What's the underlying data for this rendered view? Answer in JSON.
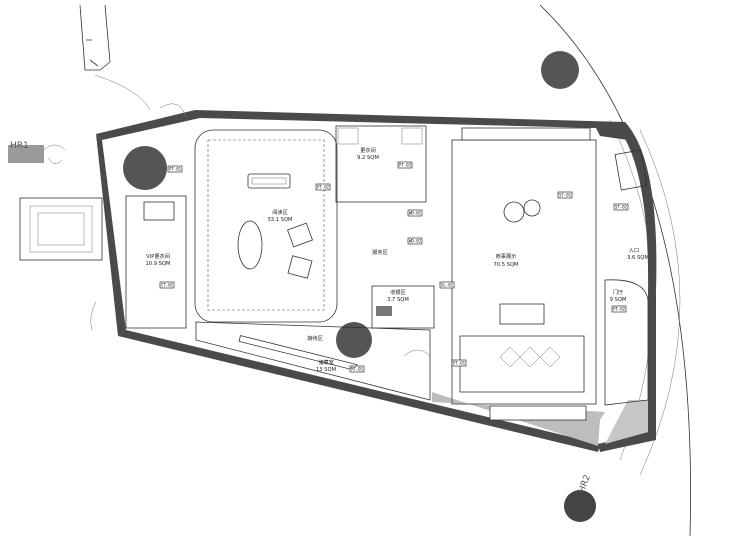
{
  "rooms": {
    "reading_area": {
      "name": "阅读区",
      "area": "33.1 SQM"
    },
    "vip_fitting": {
      "name": "VIP更衣间",
      "area": "10.9 SQM"
    },
    "fitting_room": {
      "name": "更衣间",
      "area": "9.2 SQM"
    },
    "service_area": {
      "name": "服务区"
    },
    "cashier": {
      "name": "收银区",
      "area": "3.7 SQM"
    },
    "storage": {
      "name": "储藏室",
      "area": "13 SQM"
    },
    "shop_display": {
      "name": "商事展示",
      "area": "70.5 SQM"
    },
    "entrance": {
      "name": "入口",
      "area": "3.6 SQM"
    },
    "vestibule": {
      "name": "门厅",
      "area": "9 SQM"
    },
    "sub_label": {
      "name": "接待区"
    }
  },
  "markers": {
    "hr1": "HR1",
    "hr2": "HR2"
  },
  "tags": [
    "PT-01",
    "PT-02",
    "PT-03",
    "WD-01",
    "WD-02",
    "ST-01",
    "ST-02",
    "CT-01",
    "GL-01",
    "MT-01"
  ],
  "colors": {
    "wall": "#4a4a4a",
    "line": "#333333",
    "column": "#555555"
  }
}
